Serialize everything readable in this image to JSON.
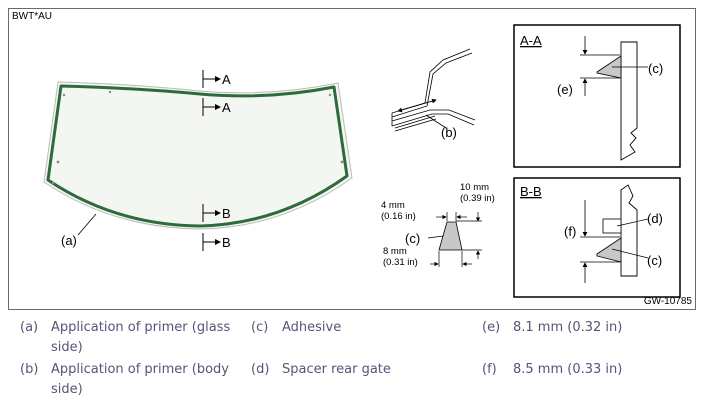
{
  "figure": {
    "header_code": "BWT*AU",
    "footer_code": "GW-10785",
    "labels": {
      "a": "(a)",
      "b": "(b)",
      "c": "(c)",
      "d": "(d)",
      "e": "(e)",
      "f": "(f)",
      "section_a_marker": "A",
      "section_b_marker": "B"
    },
    "section_a_title": "A-A",
    "section_b_title": "B-B",
    "dimensions": {
      "height_mm": "10 mm",
      "height_in": "(0.39 in)",
      "top_width_mm": "4 mm",
      "top_width_in": "(0.16 in)",
      "bottom_width_mm": "8 mm",
      "bottom_width_in": "(0.31 in)"
    }
  },
  "legend": [
    {
      "code": "(a)",
      "lines": [
        "Application of primer (glass",
        "side)"
      ]
    },
    {
      "code": "(b)",
      "lines": [
        "Application of primer (body",
        "side)"
      ]
    },
    {
      "code": "(c)",
      "lines": [
        "Adhesive"
      ]
    },
    {
      "code": "(d)",
      "lines": [
        "Spacer rear gate"
      ]
    },
    {
      "code": "(e)",
      "lines": [
        "8.1 mm (0.32 in)"
      ]
    },
    {
      "code": "(f)",
      "lines": [
        "8.5 mm (0.33 in)"
      ]
    }
  ],
  "colors": {
    "primer_bead": "#2e6b3c",
    "glass_fill": "#f4f6f2",
    "adhesive_fill": "#c8c8c8",
    "legend_text": "#555577"
  }
}
